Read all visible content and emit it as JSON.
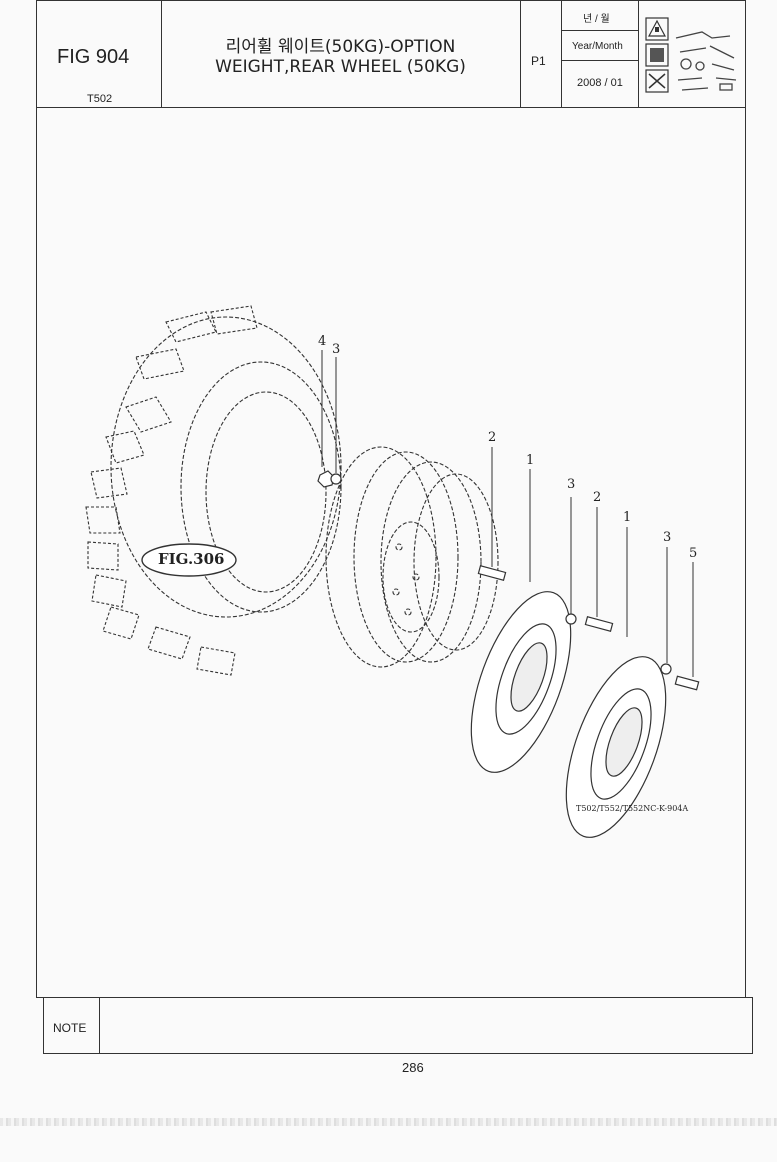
{
  "header": {
    "fig_number": "FIG 904",
    "model": "T502",
    "title_korean": "리어휠 웨이트(50KG)-OPTION",
    "title_english": "WEIGHT,REAR WHEEL (50KG)",
    "page": "P1",
    "date_label_korean": "년 / 월",
    "date_label": "Year/Month",
    "date_value": "2008 / 01",
    "logo_icon": "safety-manual-icon",
    "tools_icon": "tools-icon"
  },
  "drawing": {
    "reference_label": "FIG.306",
    "drawing_code": "T502/T552/T552NC-K-904A",
    "callouts": [
      "4",
      "3",
      "2",
      "1",
      "3",
      "2",
      "1",
      "3",
      "5"
    ]
  },
  "note": {
    "label": "NOTE",
    "text": ""
  },
  "footer": {
    "page_number": "286"
  }
}
